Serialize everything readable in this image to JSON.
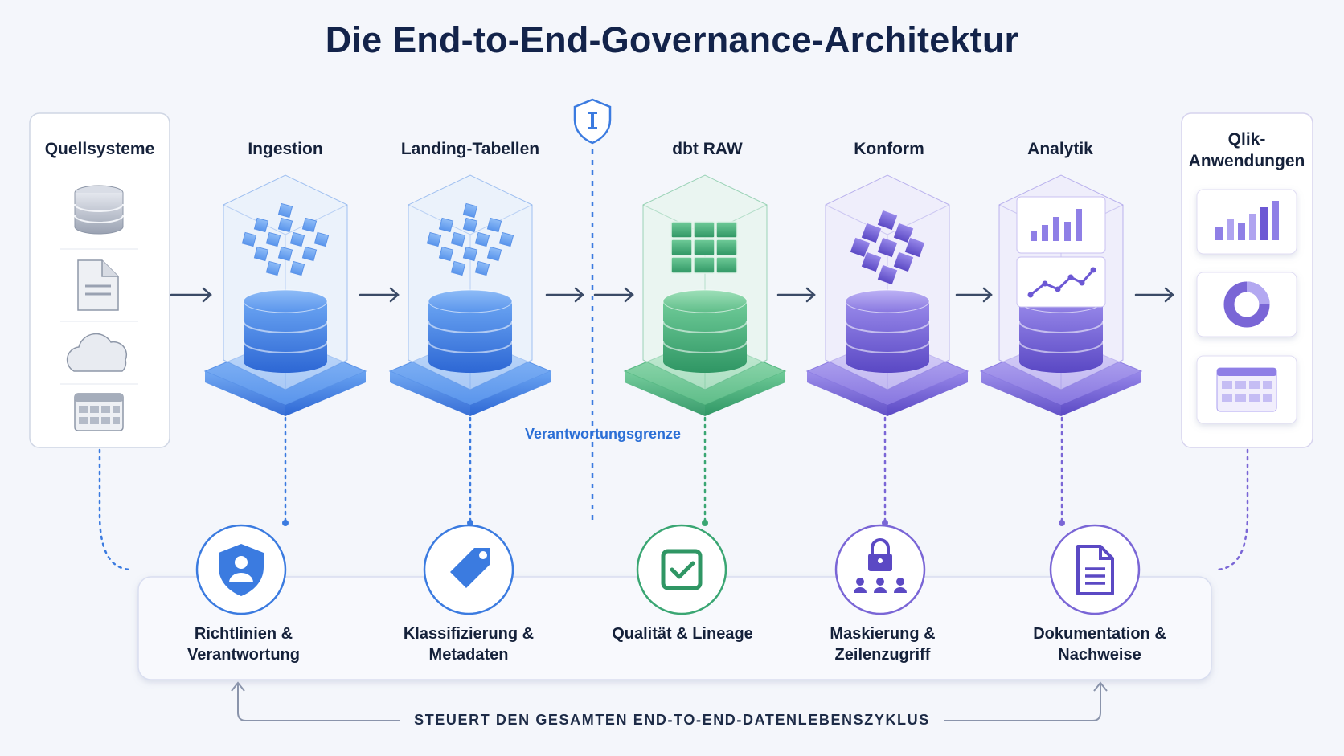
{
  "title": "Die End-to-End-Governance-Architektur",
  "stages": {
    "sources": "Quellsysteme",
    "ingestion": "Ingestion",
    "landing": "Landing-Tabellen",
    "raw": "dbt RAW",
    "conform": "Konform",
    "analytics": "Analytik",
    "qlik": "Qlik-\nAnwendungen"
  },
  "boundary_label": "Verantwortungsgrenze",
  "governance": [
    {
      "label": "Richtlinien & Verantwortung",
      "icon": "shield-user-icon"
    },
    {
      "label": "Klassifizierung & Metadaten",
      "icon": "tag-icon"
    },
    {
      "label": "Qualität & Lineage",
      "icon": "checkbox-icon"
    },
    {
      "label": "Maskierung & Zeilenzugriff",
      "icon": "lock-users-icon"
    },
    {
      "label": "Dokumentation & Nachweise",
      "icon": "document-icon"
    }
  ],
  "footer": "STEUERT DEN GESAMTEN END-TO-END-DATENLEBENSZYKLUS",
  "colors": {
    "blue": "#3b7be0",
    "green": "#3aa673",
    "purple": "#7a66d6",
    "title": "#13234a"
  }
}
